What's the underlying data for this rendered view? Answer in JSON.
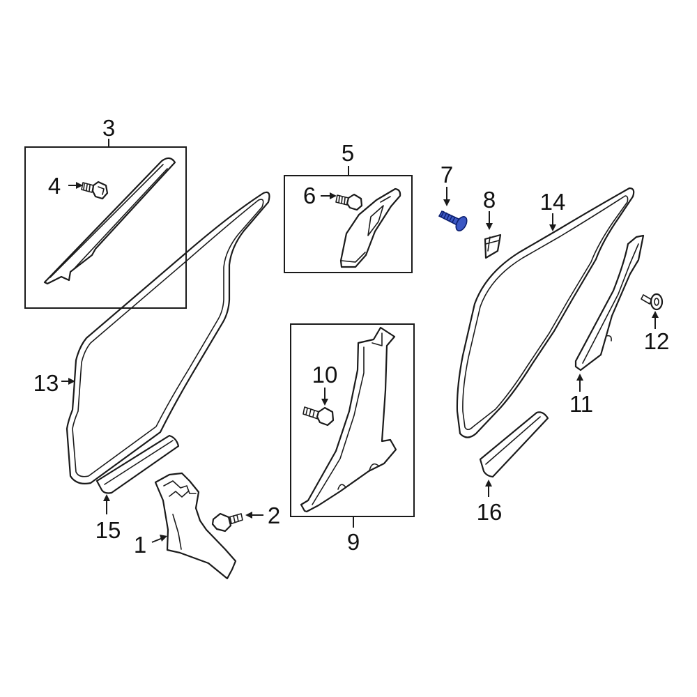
{
  "diagram": {
    "highlight_color": "#3b57c4",
    "callouts": [
      {
        "id": "1",
        "label": "1"
      },
      {
        "id": "2",
        "label": "2"
      },
      {
        "id": "3",
        "label": "3"
      },
      {
        "id": "4",
        "label": "4"
      },
      {
        "id": "5",
        "label": "5"
      },
      {
        "id": "6",
        "label": "6"
      },
      {
        "id": "7",
        "label": "7"
      },
      {
        "id": "8",
        "label": "8"
      },
      {
        "id": "9",
        "label": "9"
      },
      {
        "id": "10",
        "label": "10"
      },
      {
        "id": "11",
        "label": "11"
      },
      {
        "id": "12",
        "label": "12"
      },
      {
        "id": "13",
        "label": "13"
      },
      {
        "id": "14",
        "label": "14"
      },
      {
        "id": "15",
        "label": "15"
      },
      {
        "id": "16",
        "label": "16"
      }
    ]
  }
}
